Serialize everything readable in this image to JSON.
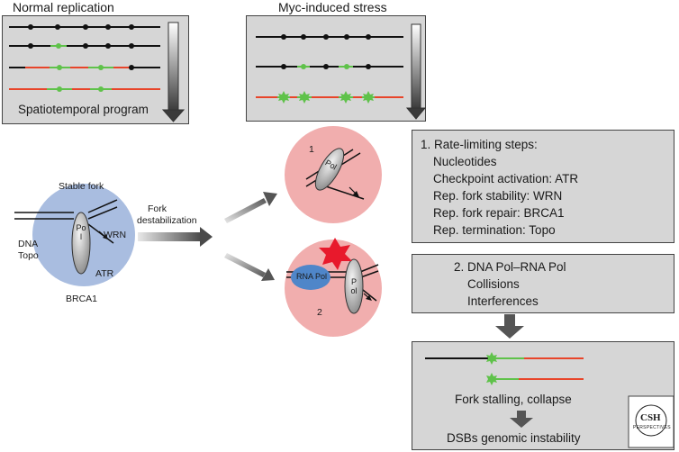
{
  "titles": {
    "normal": "Normal replication",
    "myc": "Myc-induced stress"
  },
  "normal_box": {
    "label": "Spatiotemporal program"
  },
  "stable_fork": {
    "title": "Stable fork",
    "pol": "Pol",
    "dna_topo_line1": "DNA",
    "dna_topo_line2": "Topo",
    "wrn": "WRN",
    "atr": "ATR",
    "brca1": "BRCA1"
  },
  "destab": {
    "line1": "Fork",
    "line2": "destabilization"
  },
  "circle1": {
    "number": "1",
    "pol": "Pol"
  },
  "circle2": {
    "number": "2",
    "rna_pol": "RNA Pol",
    "pol": "Pol"
  },
  "box1": {
    "heading": "1. Rate-limiting steps:",
    "items": [
      "Nucleotides",
      "Checkpoint activation: ATR",
      "Rep. fork stability: WRN",
      "Rep. fork repair: BRCA1",
      "Rep. termination: Topo"
    ]
  },
  "box2": {
    "heading": "2. DNA Pol–RNA Pol",
    "items": [
      "Collisions",
      "Interferences"
    ]
  },
  "box3": {
    "line1": "Fork stalling, collapse",
    "line2": "DSBs genomic instability"
  },
  "logo": {
    "text1": "CSH",
    "text2": "PERSPECTIVES"
  },
  "colors": {
    "box_fill": "#d6d6d6",
    "fork_circle": "#a9bde0",
    "stress_circle": "#f1aeae",
    "origin_dot": "#111111",
    "fired_green": "#5fc24a",
    "replicated_red": "#e8452a",
    "star_red": "#e8192c",
    "rna_pol_blue": "#4f86c9"
  }
}
